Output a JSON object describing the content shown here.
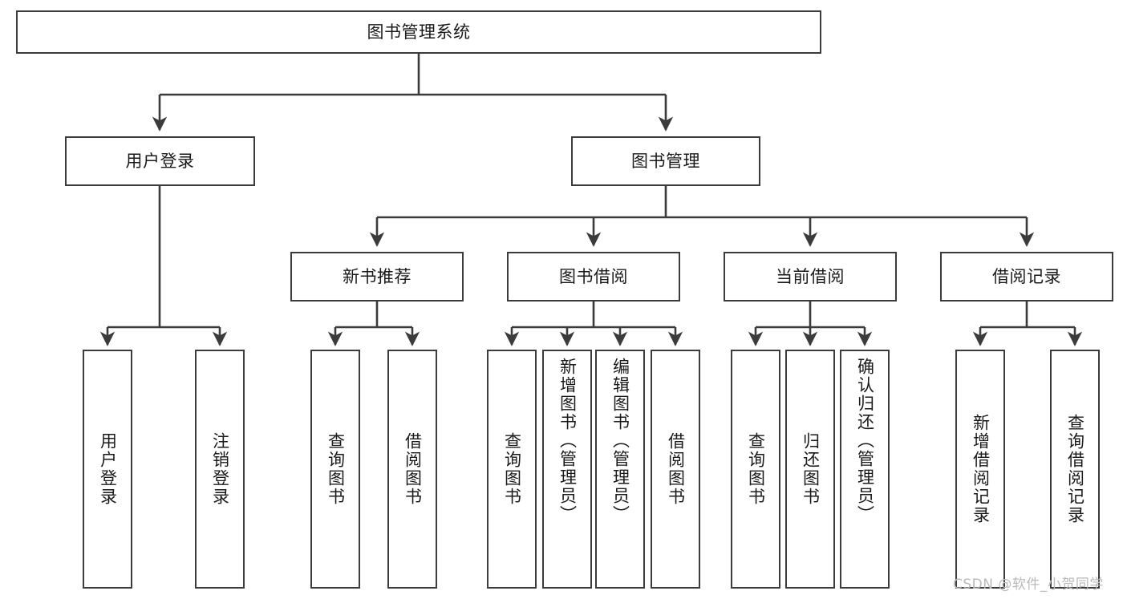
{
  "diagram": {
    "type": "tree-hierarchy",
    "title": "图书管理系统",
    "watermark": "CSDN @软件_小贺同学",
    "colors": {
      "box_border": "#3b3b3b",
      "box_fill": "#ffffff",
      "connector": "#3b3b3b",
      "text": "#1a1a1a",
      "watermark": "#b9b9b9",
      "background": "#ffffff"
    },
    "root": {
      "id": "root",
      "label": "图书管理系统"
    },
    "level2": [
      {
        "id": "user-login",
        "label": "用户登录"
      },
      {
        "id": "book-manage",
        "label": "图书管理"
      }
    ],
    "level3": [
      {
        "id": "new-book-recommend",
        "label": "新书推荐",
        "parent": "book-manage"
      },
      {
        "id": "book-borrow",
        "label": "图书借阅",
        "parent": "book-manage"
      },
      {
        "id": "current-borrow",
        "label": "当前借阅",
        "parent": "book-manage"
      },
      {
        "id": "borrow-record",
        "label": "借阅记录",
        "parent": "book-manage"
      }
    ],
    "leaves": [
      {
        "id": "leaf-user-login",
        "label": "用户登录",
        "parent": "user-login"
      },
      {
        "id": "leaf-user-logout",
        "label": "注销登录",
        "parent": "user-login"
      },
      {
        "id": "leaf-query-book-1",
        "label": "查询图书",
        "parent": "new-book-recommend"
      },
      {
        "id": "leaf-borrow-book-1",
        "label": "借阅图书",
        "parent": "new-book-recommend"
      },
      {
        "id": "leaf-query-book-2",
        "label": "查询图书",
        "parent": "book-borrow"
      },
      {
        "id": "leaf-add-book",
        "label": "新增图书（管理员）",
        "parent": "book-borrow"
      },
      {
        "id": "leaf-edit-book",
        "label": "编辑图书（管理员）",
        "parent": "book-borrow"
      },
      {
        "id": "leaf-borrow-book-2",
        "label": "借阅图书",
        "parent": "book-borrow"
      },
      {
        "id": "leaf-query-book-3",
        "label": "查询图书",
        "parent": "current-borrow"
      },
      {
        "id": "leaf-return-book",
        "label": "归还图书",
        "parent": "current-borrow"
      },
      {
        "id": "leaf-confirm-return",
        "label": "确认归还（管理员）",
        "parent": "current-borrow"
      },
      {
        "id": "leaf-add-record",
        "label": "新增借阅记录",
        "parent": "borrow-record"
      },
      {
        "id": "leaf-query-record",
        "label": "查询借阅记录",
        "parent": "borrow-record"
      }
    ]
  }
}
